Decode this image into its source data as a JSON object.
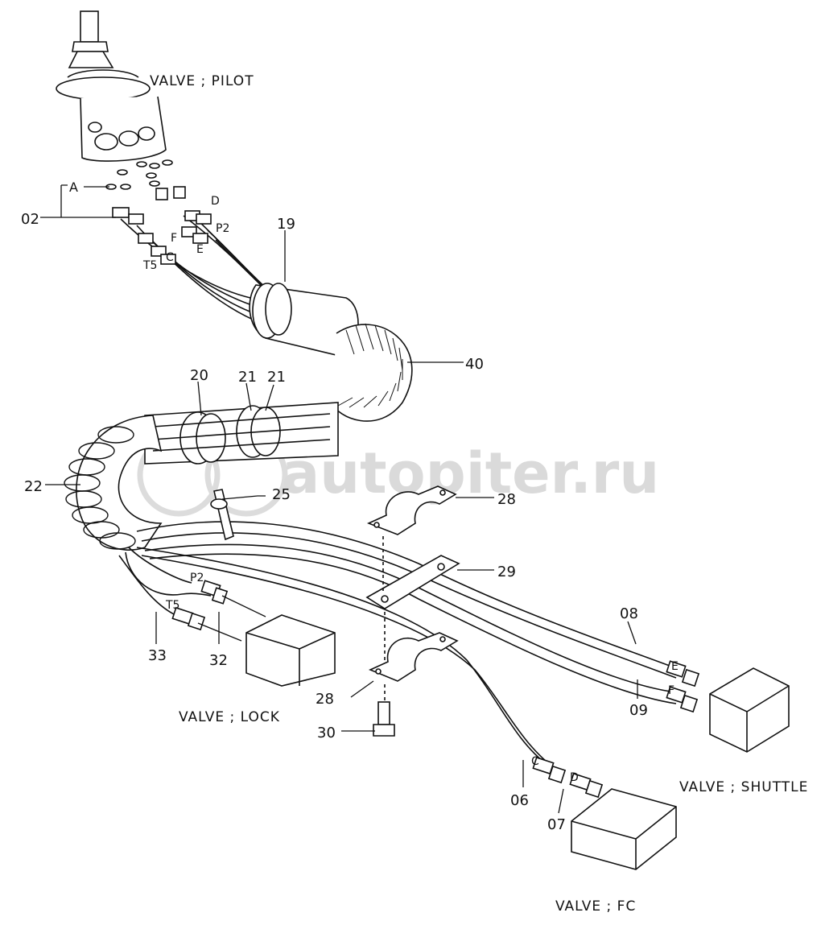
{
  "titles": {
    "pilot": "VALVE ; PILOT",
    "lock": "VALVE ; LOCK",
    "shuttle": "VALVE ; SHUTTLE",
    "fc": "VALVE ; FC"
  },
  "parts": {
    "p02": "02",
    "p19": "19",
    "p40": "40",
    "p20": "20",
    "p21a": "21",
    "p21b": "21",
    "p22": "22",
    "p25": "25",
    "p28a": "28",
    "p28b": "28",
    "p29": "29",
    "p30": "30",
    "p33": "33",
    "p32": "32",
    "p08": "08",
    "p09": "09",
    "p06": "06",
    "p07": "07"
  },
  "ports": {
    "A": "A",
    "D_top": "D",
    "P2_top": "P2",
    "F_top": "F",
    "E_top": "E",
    "T5_top": "T5",
    "C_top": "C",
    "P2_low": "P2",
    "T5_low": "T5",
    "E_low": "E",
    "F_low": "F",
    "C_low": "C",
    "D_low": "D"
  },
  "watermark": "autopiter.ru"
}
